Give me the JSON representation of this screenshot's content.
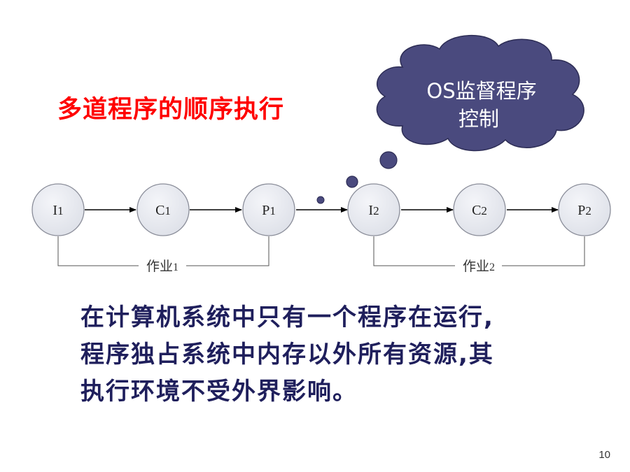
{
  "title": "多道程序的顺序执行",
  "cloud": {
    "line1": "OS监督程序",
    "line2": "控制",
    "fill": "#4a4a7e",
    "text_color": "#ffffff"
  },
  "nodes": [
    {
      "label": "I",
      "sub": "1"
    },
    {
      "label": "C",
      "sub": "1"
    },
    {
      "label": "P",
      "sub": "1"
    },
    {
      "label": "I",
      "sub": "2"
    },
    {
      "label": "C",
      "sub": "2"
    },
    {
      "label": "P",
      "sub": "2"
    }
  ],
  "jobs": [
    {
      "label": "作业",
      "sub": "1"
    },
    {
      "label": "作业",
      "sub": "2"
    }
  ],
  "body_lines": [
    "在计算机系统中只有一个程序在运行,",
    "程序独占系统中内存以外所有资源,其",
    "执行环境不受外界影响。"
  ],
  "page_number": "10",
  "colors": {
    "title": "#ff0000",
    "body": "#1f1f5c",
    "node_fill": "#e8eaf0",
    "node_stroke": "#8a8d99"
  }
}
